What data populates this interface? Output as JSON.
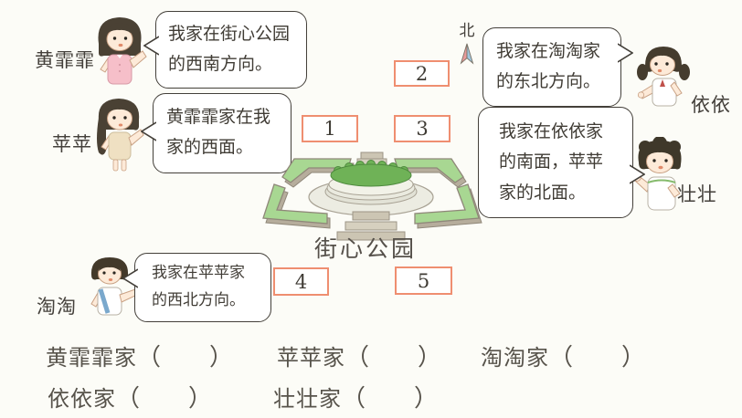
{
  "compass": {
    "label": "北"
  },
  "park": {
    "label": "街心公园"
  },
  "speakers": {
    "huangfeifei": {
      "name": "黄霏霏",
      "speech": "我家在街心公园的西南方向。"
    },
    "pingping": {
      "name": "苹苹",
      "speech": "黄霏霏家在我家的西面。"
    },
    "yiyi": {
      "name": "依依",
      "speech": "我家在淘淘家的东北方向。"
    },
    "zhuangzhuang": {
      "name": "壮壮",
      "speech": "我家在依依家的南面，苹苹家的北面。"
    },
    "taotao": {
      "name": "淘淘",
      "speech": "我家在苹苹家的西北方向。"
    }
  },
  "boxes": {
    "b1": "1",
    "b2": "2",
    "b3": "3",
    "b4": "4",
    "b5": "5"
  },
  "answers": {
    "row1": [
      {
        "label": "黄霏霏家",
        "open": "（",
        "close": "）"
      },
      {
        "label": "苹苹家",
        "open": "（",
        "close": "）"
      },
      {
        "label": "淘淘家",
        "open": "（",
        "close": "）"
      }
    ],
    "row2": [
      {
        "label": "依依家",
        "open": "（",
        "close": "）"
      },
      {
        "label": "壮壮家",
        "open": "（",
        "close": "）"
      }
    ]
  },
  "colors": {
    "box_border": "#ef8e70",
    "bubble_border": "#44403a",
    "text": "#403c35",
    "bed_green": "#a8d792",
    "bush_green": "#6fb257",
    "compass_red": "#e89a9a",
    "compass_blue": "#9fc6de"
  }
}
